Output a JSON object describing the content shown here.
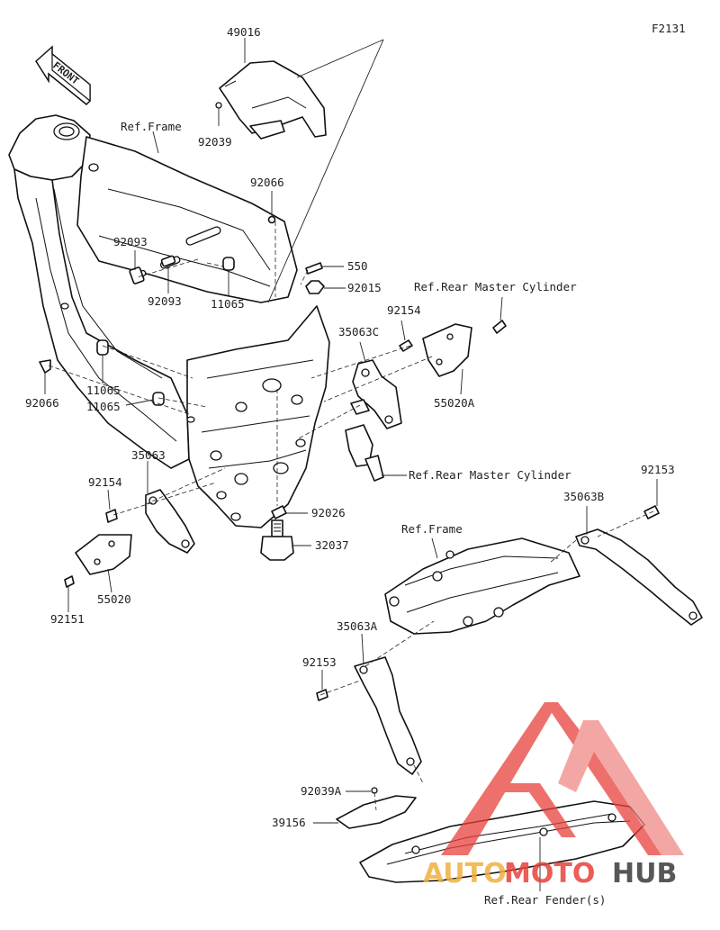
{
  "diagram_code": "F2131",
  "front_label": "FRONT",
  "labels": {
    "p49016": "49016",
    "p92039": "92039",
    "ref_frame_top": "Ref.Frame",
    "p92066_top": "92066",
    "p92093_a": "92093",
    "p92093_b": "92093",
    "p11065_a": "11065",
    "p550": "550",
    "p92015": "92015",
    "ref_rear_master_cyl_1": "Ref.Rear Master Cylinder",
    "p92154_r": "92154",
    "p35063C": "35063C",
    "p55020A": "55020A",
    "p92066_l": "92066",
    "p11065_b": "11065",
    "p11065_c": "11065",
    "ref_rear_master_cyl_2": "Ref.Rear Master Cylinder",
    "p35063": "35063",
    "p92154_l": "92154",
    "p92026": "92026",
    "p32037": "32037",
    "p55020": "55020",
    "p92151": "92151",
    "p92153_r": "92153",
    "p35063B": "35063B",
    "ref_frame_sub": "Ref.Frame",
    "p35063A": "35063A",
    "p92153_l": "92153",
    "p92039A": "92039A",
    "p39156": "39156",
    "ref_rear_fender": "Ref.Rear Fender(s)"
  },
  "watermark": {
    "text_1": "AUTO",
    "text_2": "MOTO",
    "text_3": "HUB",
    "color": "#e8413c"
  }
}
